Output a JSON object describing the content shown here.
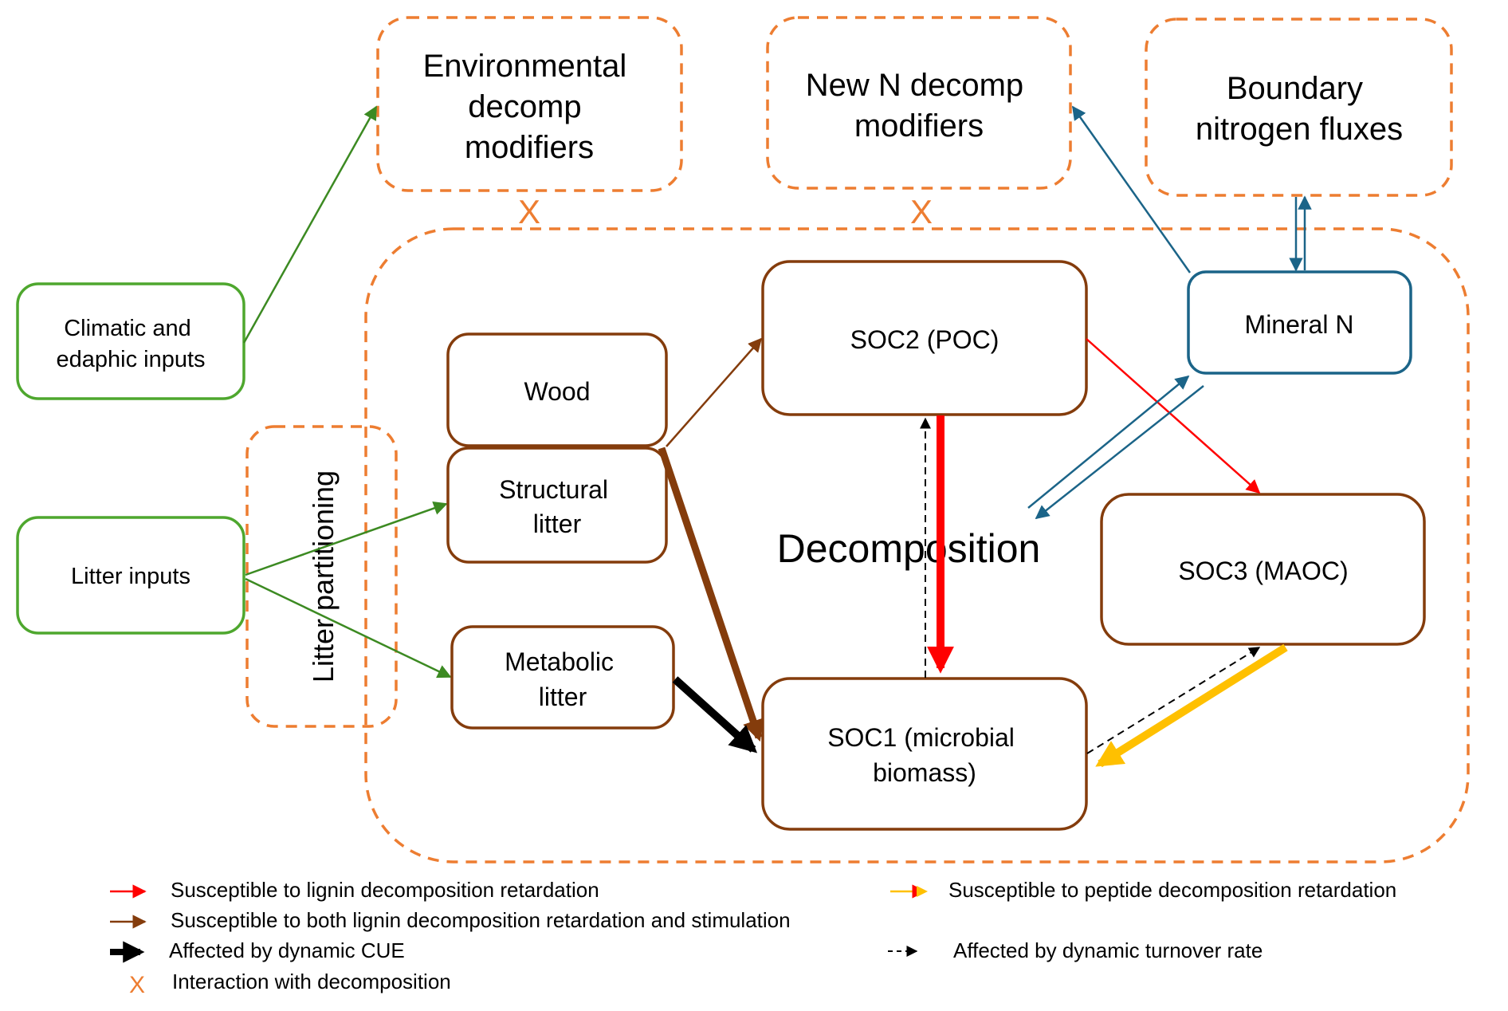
{
  "colors": {
    "orange_dashed": "#ED7D31",
    "brown": "#843C0C",
    "green": "#3C8A22",
    "green_box": "#4EA72E",
    "blue": "#1B6488",
    "red": "#FF0000",
    "yellow": "#FFC000",
    "black": "#000000"
  },
  "modifier_boxes": {
    "environmental": [
      "Environmental",
      "decomp",
      "modifiers"
    ],
    "new_n": [
      "New N decomp",
      "modifiers"
    ],
    "boundary": [
      "Boundary",
      "nitrogen fluxes"
    ]
  },
  "inputs": {
    "climatic": [
      "Climatic and",
      "edaphic inputs"
    ],
    "litter": [
      "Litter inputs"
    ]
  },
  "litter_partitioning": "Litter partitioning",
  "pools": {
    "wood": [
      "Wood"
    ],
    "structural": [
      "Structural",
      "litter"
    ],
    "metabolic": [
      "Metabolic",
      "litter"
    ],
    "soc2": [
      "SOC2 (POC)"
    ],
    "soc1": [
      "SOC1 (microbial",
      "biomass)"
    ],
    "soc3": [
      "SOC3 (MAOC)"
    ],
    "mineral_n": [
      "Mineral N"
    ]
  },
  "decomposition_label": "Decomposition",
  "interaction_mark": "X",
  "legend": [
    {
      "symbol": "red-arrow",
      "text": "Susceptible to lignin decomposition retardation"
    },
    {
      "symbol": "brown-arrow",
      "text": "Susceptible to both lignin decomposition retardation and stimulation"
    },
    {
      "symbol": "thick-black-arrow",
      "text": "Affected by dynamic CUE"
    },
    {
      "symbol": "orange-x",
      "text": "Interaction with decomposition"
    },
    {
      "symbol": "yellow-arrow",
      "text": "Susceptible to peptide decomposition retardation"
    },
    {
      "symbol": "dashed-black-arrow",
      "text": "Affected by dynamic turnover rate"
    }
  ]
}
